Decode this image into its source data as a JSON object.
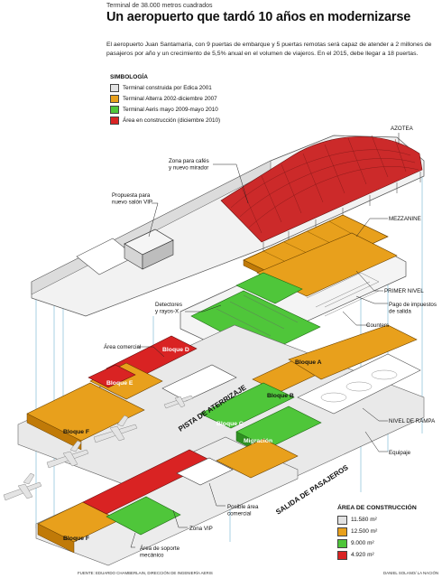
{
  "header": {
    "supratitle": "Terminal de 38.000 metros cuadrados",
    "title": "Un aeropuerto que tardó 10 años en modernizarse",
    "lead": "El aeropuerto Juan Santamaría, con 9 puertas de embarque y 5 puertas remotas será capaz de atender a 2 millones de pasajeros por año y un crecimiento de 5,5% anual en el volumen de viajeros. En el 2015, debe llegar a 18 puertas."
  },
  "legend": {
    "title": "SIMBOLOGÍA",
    "items": [
      {
        "label": "Terminal construida por Edica 2001",
        "color": "#e2e2e2"
      },
      {
        "label": "Terminal Alterra 2002-diciembre 2007",
        "color": "#e8a01c"
      },
      {
        "label": "Terminal Aeris mayo 2009-mayo 2010",
        "color": "#4fc63a"
      },
      {
        "label": "Área en construcción (diciembre 2010)",
        "color": "#d92323"
      }
    ]
  },
  "labels": {
    "azotea": "AZOTEA",
    "zona_cafes": "Zona para cafés\ny nuevo mirador",
    "propuesta_vip": "Propuesta para\nnuevo salón VIP",
    "mezzanine": "MEZZANINE",
    "primer_nivel": "PRIMER NIVEL",
    "pago_impuestos": "Pago de impuestos\nde salida",
    "detectores": "Detectores\ny rayos-X",
    "counters": "Counters",
    "area_comercial": "Área comercial",
    "nivel_rampa": "NIVEL DE RAMPA",
    "equipaje": "Equipaje",
    "posible_comercial": "Posible área\ncomercial",
    "zona_vip": "Zona VIP",
    "area_soporte": "Área de soporte\nmecánico",
    "pista": "PISTA DE ATERRIZAJE",
    "salida_pasajeros": "SALIDA DE PASAJEROS",
    "blocks": {
      "a": "Bloque A",
      "b": "Bloque B",
      "c": "Bloque C",
      "d": "Bloque D",
      "e": "Bloque E",
      "f1": "Bloque F",
      "f2": "Bloque F",
      "migracion": "Migración"
    }
  },
  "areas": {
    "title": "ÁREA DE CONSTRUCCIÓN",
    "items": [
      {
        "label": "11.580 m²",
        "color": "#e2e2e2"
      },
      {
        "label": "12.500 m²",
        "color": "#e8a01c"
      },
      {
        "label": "9.000 m²",
        "color": "#4fc63a"
      },
      {
        "label": "4.920 m²",
        "color": "#d92323"
      }
    ]
  },
  "source": {
    "left": "FUENTE: EDUARDO CHAMBERLAIN, DIRECCIÓN DE INGENIERÍA AERIS",
    "right": "DANIEL SOLANO/ LA NACIÓN"
  }
}
